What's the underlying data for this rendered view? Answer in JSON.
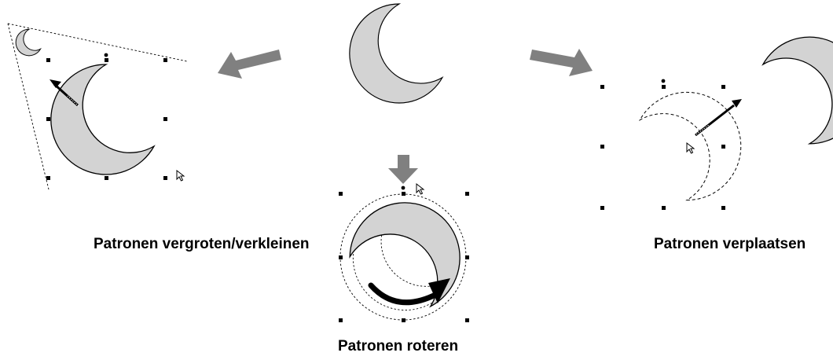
{
  "captions": {
    "resize": "Patronen vergroten/verkleinen",
    "move": "Patronen verplaatsen",
    "rotate": "Patronen roteren"
  },
  "colors": {
    "moon_fill": "#d3d3d3",
    "moon_stroke": "#000000",
    "arrow_gray": "#808080",
    "handle": "#000000"
  },
  "icons": [
    "crescent-moon-icon",
    "cursor-pointer-icon",
    "gray-block-arrow-icon",
    "rotate-arrow-icon"
  ]
}
